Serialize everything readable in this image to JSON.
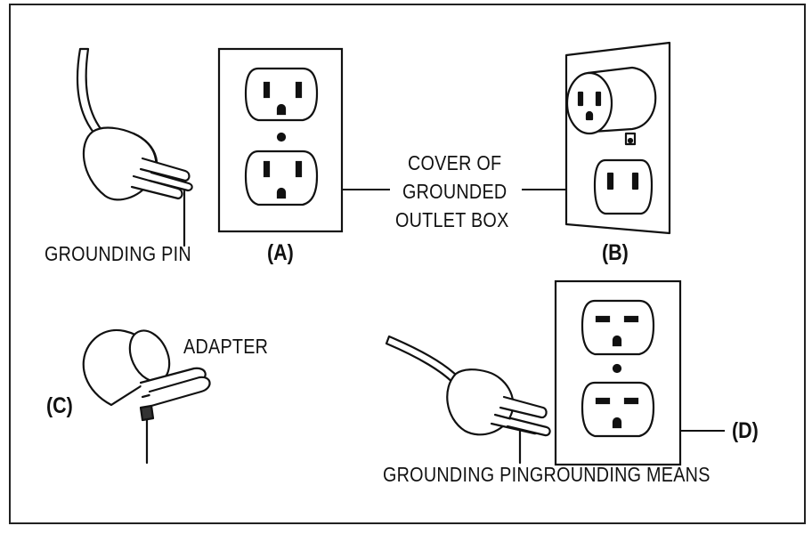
{
  "figure": {
    "panels": [
      {
        "id": "A",
        "tag": "(A)"
      },
      {
        "id": "B",
        "tag": "(B)"
      },
      {
        "id": "C",
        "tag": "(C)"
      },
      {
        "id": "D",
        "tag": "(D)"
      }
    ],
    "labels": {
      "grounding_pin_top": "GROUNDING PIN",
      "cover_line1": "COVER OF",
      "cover_line2": "GROUNDED",
      "cover_line3": "OUTLET BOX",
      "adapter": "ADAPTER",
      "bottom_caption": "GROUNDING PINGROUNDING MEANS"
    }
  }
}
